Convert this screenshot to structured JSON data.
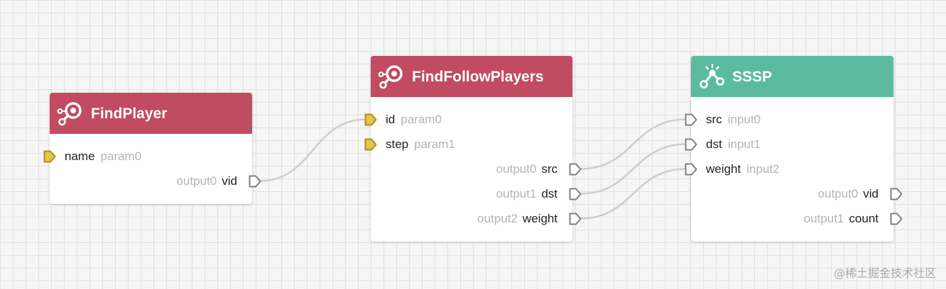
{
  "canvas": {
    "background": "#f6f6f6",
    "grid_color": "#e1e1e1",
    "edge_color": "#cbcdd0"
  },
  "nodes": [
    {
      "title": "FindPlayer",
      "icon": "search-graph-icon",
      "header_color": "#c14b60",
      "inputs": [
        {
          "name": "name",
          "param": "param0",
          "port_fill": "#e6c648",
          "port_stroke": "#a68f24"
        }
      ],
      "outputs": [
        {
          "param": "output0",
          "name": "vid",
          "port_fill": "#ffffff",
          "port_stroke": "#7f7f7f"
        }
      ]
    },
    {
      "title": "FindFollowPlayers",
      "icon": "search-graph-icon",
      "header_color": "#c14b60",
      "inputs": [
        {
          "name": "id",
          "param": "param0",
          "port_fill": "#e6c648",
          "port_stroke": "#a68f24"
        },
        {
          "name": "step",
          "param": "param1",
          "port_fill": "#e6c648",
          "port_stroke": "#a68f24"
        }
      ],
      "outputs": [
        {
          "param": "output0",
          "name": "src",
          "port_fill": "#ffffff",
          "port_stroke": "#7f7f7f"
        },
        {
          "param": "output1",
          "name": "dst",
          "port_fill": "#ffffff",
          "port_stroke": "#7f7f7f"
        },
        {
          "param": "output2",
          "name": "weight",
          "port_fill": "#ffffff",
          "port_stroke": "#7f7f7f"
        }
      ]
    },
    {
      "title": "SSSP",
      "icon": "graph-path-icon",
      "header_color": "#5cbb9f",
      "inputs": [
        {
          "name": "src",
          "param": "input0",
          "port_fill": "#ffffff",
          "port_stroke": "#7f7f7f"
        },
        {
          "name": "dst",
          "param": "input1",
          "port_fill": "#ffffff",
          "port_stroke": "#7f7f7f"
        },
        {
          "name": "weight",
          "param": "input2",
          "port_fill": "#ffffff",
          "port_stroke": "#7f7f7f"
        }
      ],
      "outputs": [
        {
          "param": "output0",
          "name": "vid",
          "port_fill": "#ffffff",
          "port_stroke": "#7f7f7f"
        },
        {
          "param": "output1",
          "name": "count",
          "port_fill": "#ffffff",
          "port_stroke": "#7f7f7f"
        }
      ]
    }
  ],
  "connections": [
    {
      "from_node": 0,
      "from_output": 0,
      "to_node": 1,
      "to_input": 0
    },
    {
      "from_node": 1,
      "from_output": 0,
      "to_node": 2,
      "to_input": 0
    },
    {
      "from_node": 1,
      "from_output": 1,
      "to_node": 2,
      "to_input": 1
    },
    {
      "from_node": 1,
      "from_output": 2,
      "to_node": 2,
      "to_input": 2
    }
  ],
  "watermark": "@稀土掘金技术社区"
}
